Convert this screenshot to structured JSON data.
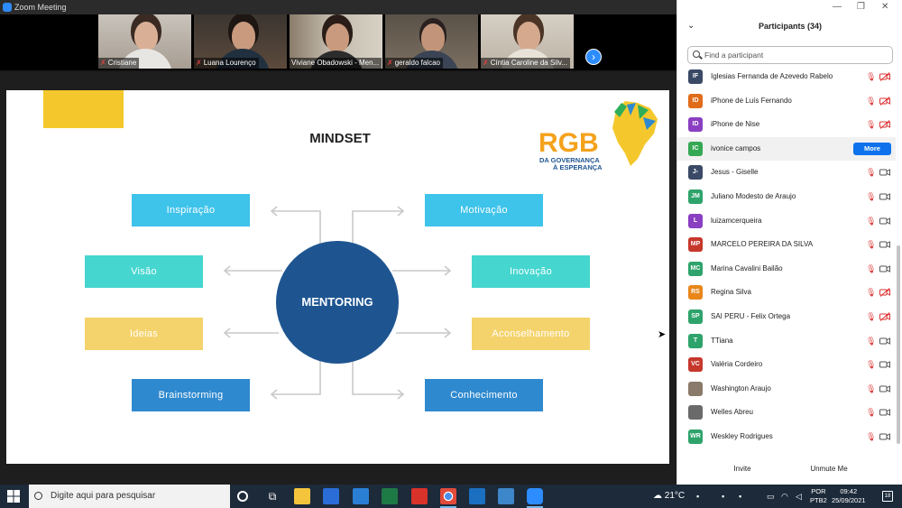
{
  "window": {
    "title": "Zoom Meeting"
  },
  "video_strip": {
    "tiles": [
      {
        "name": "Cristiane"
      },
      {
        "name": "Luana Lourenço"
      },
      {
        "name": "Viviane Obadowski - Men..."
      },
      {
        "name": "geraldo falcao"
      },
      {
        "name": "Cíntia Caroline da Silv..."
      }
    ],
    "next_icon": "chevron-right-icon"
  },
  "slide": {
    "title": "MINDSET",
    "center": "MENTORING",
    "logo": {
      "big": "RGB",
      "line1": "DA GOVERNANÇA",
      "line2": "À ESPERANÇA"
    },
    "boxes": {
      "inspiracao": "Inspiração",
      "motivacao": "Motivação",
      "visao": "Visão",
      "inovacao": "Inovação",
      "ideias": "Ideias",
      "aconselhamento": "Aconselhamento",
      "brainstorming": "Brainstorming",
      "conhecimento": "Conhecimento"
    },
    "colors": {
      "cyan": "#3ec3ea",
      "teal": "#45d6cf",
      "yellow": "#f5d36c",
      "blue": "#2f89cf",
      "navy": "#1e5591"
    }
  },
  "participants": {
    "title": "Participants (34)",
    "search_placeholder": "Find a participant",
    "more_label": "More",
    "invite_label": "Invite",
    "unmute_label": "Unmute Me",
    "rows": [
      {
        "initials": "IF",
        "name": "Iglesias Fernanda de Azevedo Rabelo",
        "color": "#3a4a66",
        "cam": "off"
      },
      {
        "initials": "ID",
        "name": "iPhone de Luís Fernando",
        "color": "#e06c1a",
        "cam": "off"
      },
      {
        "initials": "ID",
        "name": "iPhone de Nise",
        "color": "#8a3fc2",
        "cam": "off"
      },
      {
        "initials": "IC",
        "name": "ivonice campos",
        "color": "#34a853",
        "cam": "more"
      },
      {
        "initials": "J-",
        "name": "Jesus - Giselle",
        "color": "#3a4a66",
        "cam": "on"
      },
      {
        "initials": "JM",
        "name": "Juliano Modesto de Araujo",
        "color": "#2ea36b",
        "cam": "on"
      },
      {
        "initials": "L",
        "name": "luizamcerqueira",
        "color": "#8a3fc2",
        "cam": "on"
      },
      {
        "initials": "MP",
        "name": "MARCELO PEREIRA DA SILVA",
        "color": "#c6372c",
        "cam": "on"
      },
      {
        "initials": "MC",
        "name": "Marina Cavalini Bailão",
        "color": "#2ea36b",
        "cam": "on"
      },
      {
        "initials": "RS",
        "name": "Regina Silva",
        "color": "#e8861a",
        "cam": "off"
      },
      {
        "initials": "SP",
        "name": "SAI PERU - Felix Ortega",
        "color": "#2ea36b",
        "cam": "off"
      },
      {
        "initials": "T",
        "name": "TTiana",
        "color": "#2ea36b",
        "cam": "on"
      },
      {
        "initials": "VC",
        "name": "Valéria Cordeiro",
        "color": "#c6372c",
        "cam": "on"
      },
      {
        "initials": "",
        "name": "Washington Araujo",
        "color": "#8a7a6a",
        "cam": "on"
      },
      {
        "initials": "",
        "name": "Welles Abreu",
        "color": "#6a6a6a",
        "cam": "on"
      },
      {
        "initials": "WR",
        "name": "Weskley Rodrigues",
        "color": "#2ea36b",
        "cam": "on"
      }
    ]
  },
  "taskbar": {
    "search_placeholder": "Digite aqui para pesquisar",
    "weather": "21°C",
    "lang1": "POR",
    "lang2": "PTB2",
    "time": "09:42",
    "date": "25/09/2021",
    "notifications": "18"
  }
}
